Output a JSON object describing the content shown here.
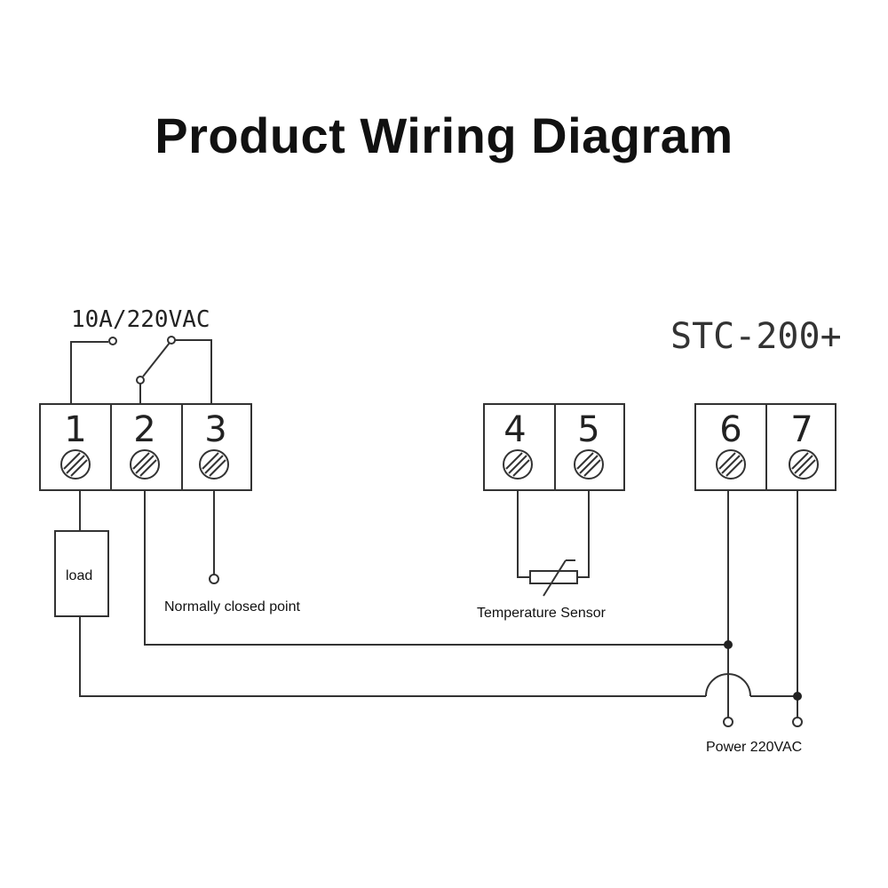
{
  "title": "Product Wiring Diagram",
  "model": "STC-200+",
  "relay_rating": "10A/220VAC",
  "terminals": [
    "1",
    "2",
    "3",
    "4",
    "5",
    "6",
    "7"
  ],
  "labels": {
    "load": "load",
    "normally_closed": "Normally closed point",
    "temperature_sensor": "Temperature Sensor",
    "power": "Power 220VAC"
  }
}
